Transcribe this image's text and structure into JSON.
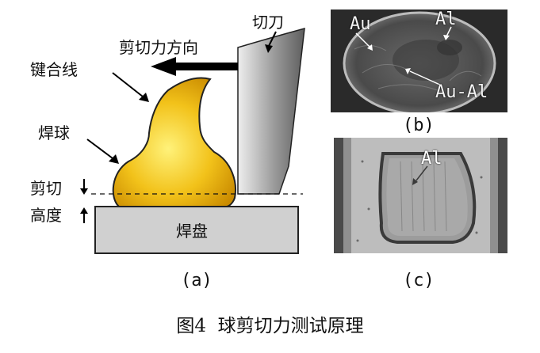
{
  "diagram_a": {
    "shear_direction": "剪切力方向",
    "tool": "切刀",
    "bond_wire": "键合线",
    "ball": "焊球",
    "shear_height_line1": "剪切",
    "shear_height_line2": "高度",
    "pad": "焊盘"
  },
  "panel_b": {
    "au": "Au",
    "al": "Al",
    "au_al": "Au-Al"
  },
  "panel_c": {
    "al": "Al"
  },
  "captions": {
    "a": "(a)",
    "b": "(b)",
    "c": "(c)"
  },
  "figure_title": "图4  球剪切力测试原理"
}
